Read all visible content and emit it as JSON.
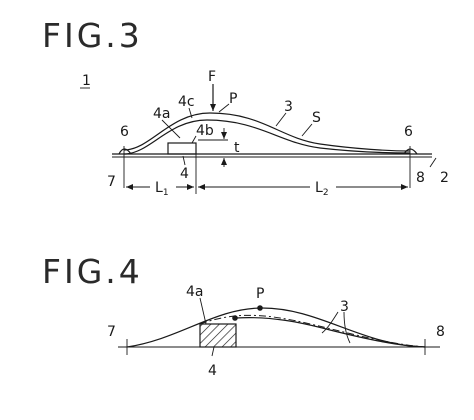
{
  "fig3": {
    "title": "FIG.3",
    "ref_1": "1",
    "label_F": "F",
    "label_P": "P",
    "label_4c": "4c",
    "label_4a": "4a",
    "label_3": "3",
    "label_S": "S",
    "label_6_left": "6",
    "label_6_right": "6",
    "label_4b": "4b",
    "label_t": "t",
    "label_7": "7",
    "label_4": "4",
    "label_8": "8",
    "label_2": "2",
    "label_L1": "L",
    "label_L1_sub": "1",
    "label_L2": "L",
    "label_L2_sub": "2"
  },
  "fig4": {
    "title": "FIG.4",
    "label_P": "P",
    "label_4a": "4a",
    "label_3": "3",
    "label_7": "7",
    "label_8": "8",
    "label_4": "4"
  }
}
